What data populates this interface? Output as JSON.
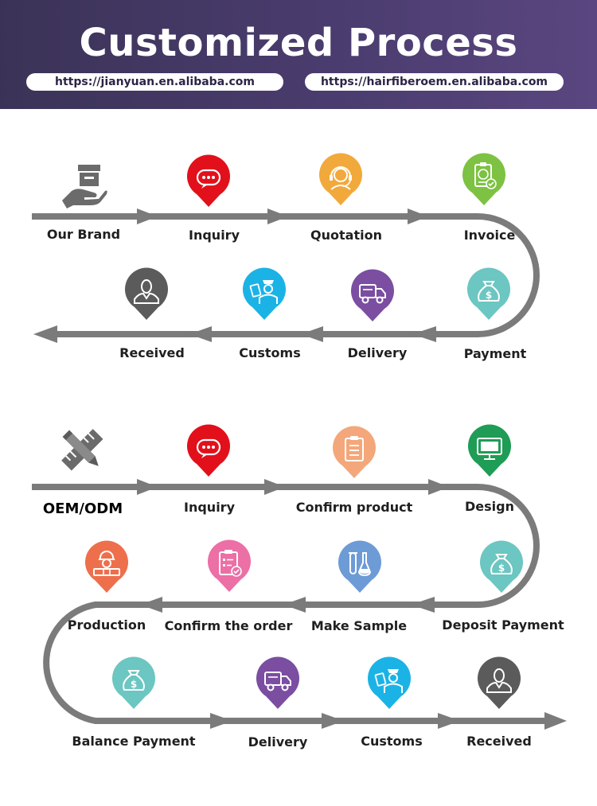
{
  "header": {
    "title": "Customized Process",
    "url_left": "https://jianyuan.en.alibaba.com",
    "url_right": "https://hairfiberoem.en.alibaba.com"
  },
  "colors": {
    "banner": "#4a3c6e",
    "arrow": "#7b7b7b",
    "red": "#e2101b",
    "orange": "#f2a93b",
    "green": "#7dc242",
    "teal": "#6cc6c1",
    "purple": "#7b4ea1",
    "blue": "#1bb3e6",
    "dark": "#5b5b5b",
    "peach": "#f4a77a",
    "dark_green": "#1f9c55",
    "coral": "#ee6f4c",
    "pink": "#ec6fa6",
    "light_blue": "#6d9bd6"
  },
  "brand_flow": {
    "start_label": "Our Brand",
    "start_icon": "hand-box-icon",
    "steps": [
      {
        "label": "Inquiry",
        "icon": "chat-bubble-icon",
        "color": "#e2101b"
      },
      {
        "label": "Quotation",
        "icon": "customer-service-icon",
        "color": "#f2a93b"
      },
      {
        "label": "Invoice",
        "icon": "invoice-icon",
        "color": "#7dc242"
      },
      {
        "label": "Payment",
        "icon": "money-bag-icon",
        "color": "#6cc6c1"
      },
      {
        "label": "Delivery",
        "icon": "truck-icon",
        "color": "#7b4ea1"
      },
      {
        "label": "Customs",
        "icon": "customs-officer-icon",
        "color": "#1bb3e6"
      },
      {
        "label": "Received",
        "icon": "person-icon",
        "color": "#5b5b5b"
      }
    ]
  },
  "oem_flow": {
    "start_label": "OEM/ODM",
    "start_icon": "pencil-ruler-icon",
    "steps": [
      {
        "label": "Inquiry",
        "icon": "chat-bubble-icon",
        "color": "#e2101b"
      },
      {
        "label": "Confirm product",
        "icon": "clipboard-icon",
        "color": "#f4a77a"
      },
      {
        "label": "Design",
        "icon": "monitor-icon",
        "color": "#1f9c55"
      },
      {
        "label": "Deposit Payment",
        "icon": "money-bag-icon",
        "color": "#6cc6c1"
      },
      {
        "label": "Make Sample",
        "icon": "test-tube-icon",
        "color": "#6d9bd6"
      },
      {
        "label": "Confirm the order",
        "icon": "checklist-icon",
        "color": "#ec6fa6"
      },
      {
        "label": "Production",
        "icon": "worker-icon",
        "color": "#ee6f4c"
      },
      {
        "label": "Balance Payment",
        "icon": "money-bag-icon",
        "color": "#6cc6c1"
      },
      {
        "label": "Delivery",
        "icon": "truck-icon",
        "color": "#7b4ea1"
      },
      {
        "label": "Customs",
        "icon": "customs-officer-icon",
        "color": "#1bb3e6"
      },
      {
        "label": "Received",
        "icon": "person-icon",
        "color": "#5b5b5b"
      }
    ]
  }
}
